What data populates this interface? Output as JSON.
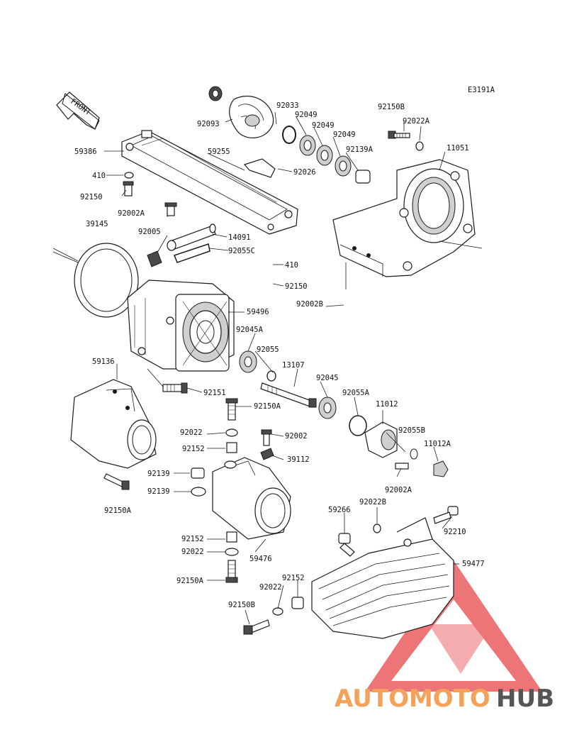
{
  "diagram_code": "E3191A",
  "front_label": "FRONT",
  "watermark": {
    "part1": "AUTOMOTO",
    "part2": "HUB",
    "color1": "#f4a259",
    "color2": "#555555",
    "triangle": "#e8474c"
  },
  "labels": {
    "p92033": "92033",
    "p92093": "92093",
    "p92049a": "92049",
    "p92049b": "92049",
    "p92049c": "92049",
    "p92150B_top": "92150B",
    "p92022A": "92022A",
    "p92139A": "92139A",
    "p11051": "11051",
    "p59386": "59386",
    "p59255": "59255",
    "p92026": "92026",
    "p410a": "410",
    "p92150a": "92150",
    "p92002A_top": "92002A",
    "p39145": "39145",
    "p92005": "92005",
    "p14091": "14091",
    "p92055C": "92055C",
    "p410b": "410",
    "p92150b": "92150",
    "p92002B": "92002B",
    "p59496": "59496",
    "p92045A": "92045A",
    "p92055": "92055",
    "p13107": "13107",
    "p92045": "92045",
    "p59136": "59136",
    "p92151": "92151",
    "p92055A": "92055A",
    "p11012": "11012",
    "p92150A_mid": "92150A",
    "p92002": "92002",
    "p92055B": "92055B",
    "p92022a": "92022",
    "p92152a": "92152",
    "p39112": "39112",
    "p11012A": "11012A",
    "p92139a": "92139",
    "p92139b": "92139",
    "p92002A_low": "92002A",
    "p92150A_left": "92150A",
    "p59266": "59266",
    "p92022B": "92022B",
    "p92210": "92210",
    "p92152b": "92152",
    "p92022b": "92022",
    "p59476": "59476",
    "p59477": "59477",
    "p92150A_bot": "92150A",
    "p92152c": "92152",
    "p92022c": "92022",
    "p92150B_bot": "92150B"
  }
}
